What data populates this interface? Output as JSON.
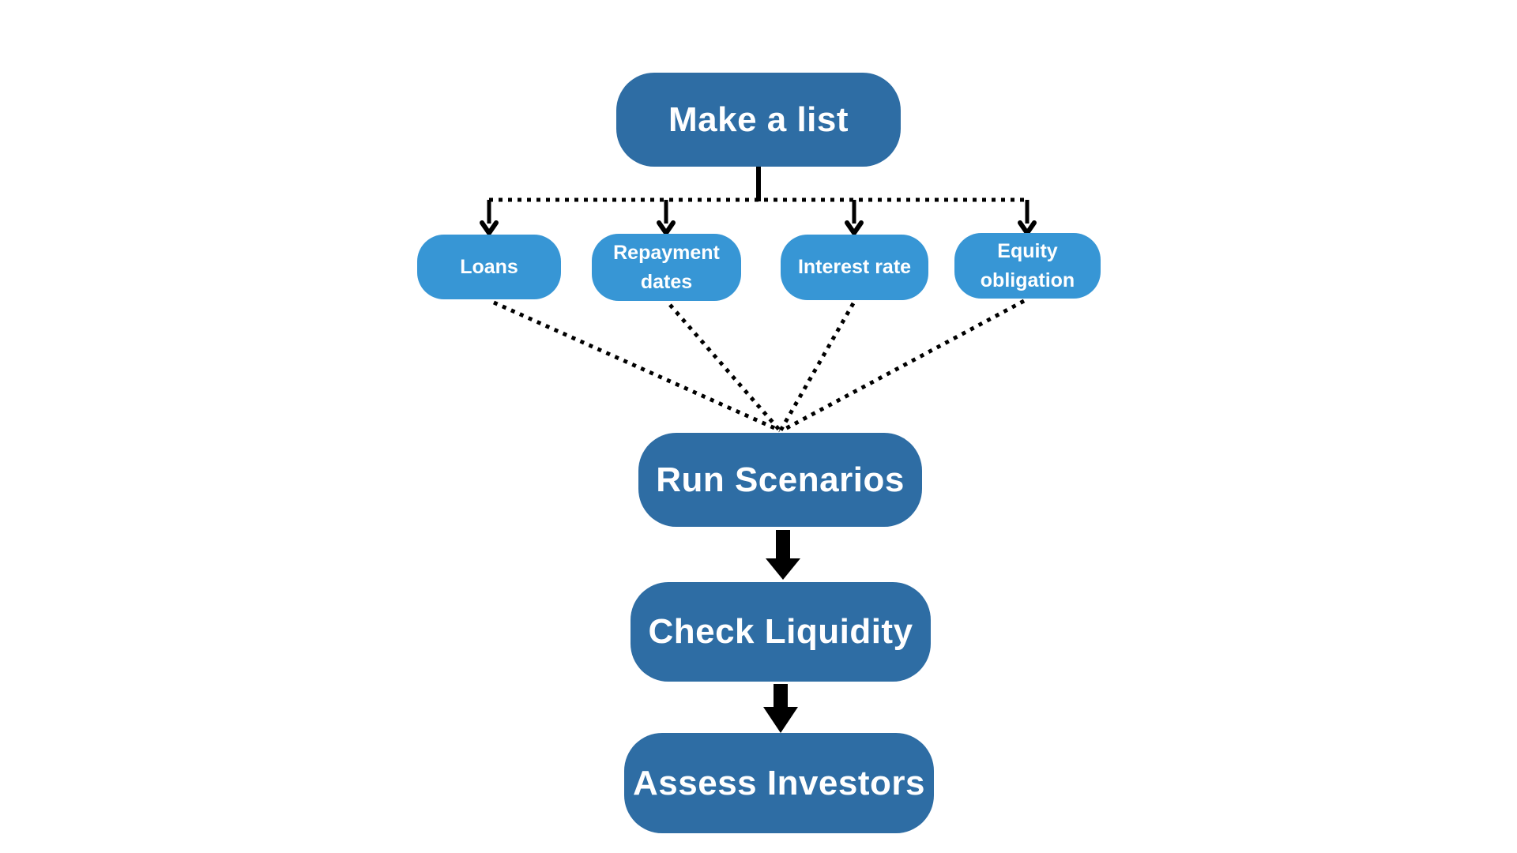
{
  "colors": {
    "background": "#ffffff",
    "node_dark": "#2E6DA4",
    "node_light": "#3796D5",
    "node_text": "#ffffff",
    "connector": "#000000"
  },
  "flowchart": {
    "root": {
      "label": "Make a list"
    },
    "inputs": [
      {
        "label": "Loans"
      },
      {
        "label": "Repayment dates"
      },
      {
        "label": "Interest rate"
      },
      {
        "label": "Equity obligation"
      }
    ],
    "steps": [
      {
        "label": "Run Scenarios"
      },
      {
        "label": "Check Liquidity"
      },
      {
        "label": "Assess Investors"
      }
    ]
  }
}
